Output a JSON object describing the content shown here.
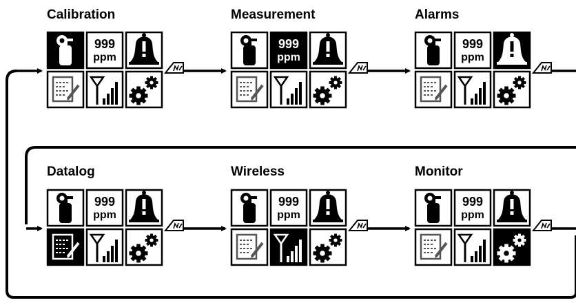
{
  "modes": [
    {
      "title": "Calibration",
      "highlight": "calibration"
    },
    {
      "title": "Measurement",
      "highlight": "measurement"
    },
    {
      "title": "Alarms",
      "highlight": "alarms"
    },
    {
      "title": "Datalog",
      "highlight": "datalog"
    },
    {
      "title": "Wireless",
      "highlight": "wireless"
    },
    {
      "title": "Monitor",
      "highlight": "monitor"
    }
  ],
  "tiles": [
    {
      "key": "calibration",
      "icon": "gas-cylinder-icon"
    },
    {
      "key": "measurement",
      "icon": "ppm-reading-icon",
      "number": "999",
      "unit": "ppm"
    },
    {
      "key": "alarms",
      "icon": "alarm-bell-icon"
    },
    {
      "key": "datalog",
      "icon": "datalog-notepad-icon"
    },
    {
      "key": "wireless",
      "icon": "wireless-signal-icon"
    },
    {
      "key": "monitor",
      "icon": "settings-gears-icon"
    }
  ],
  "button_icon": "mode-button-icon",
  "colors": {
    "ink": "#000000",
    "paper": "#ffffff",
    "icon_gray": "#555555"
  }
}
